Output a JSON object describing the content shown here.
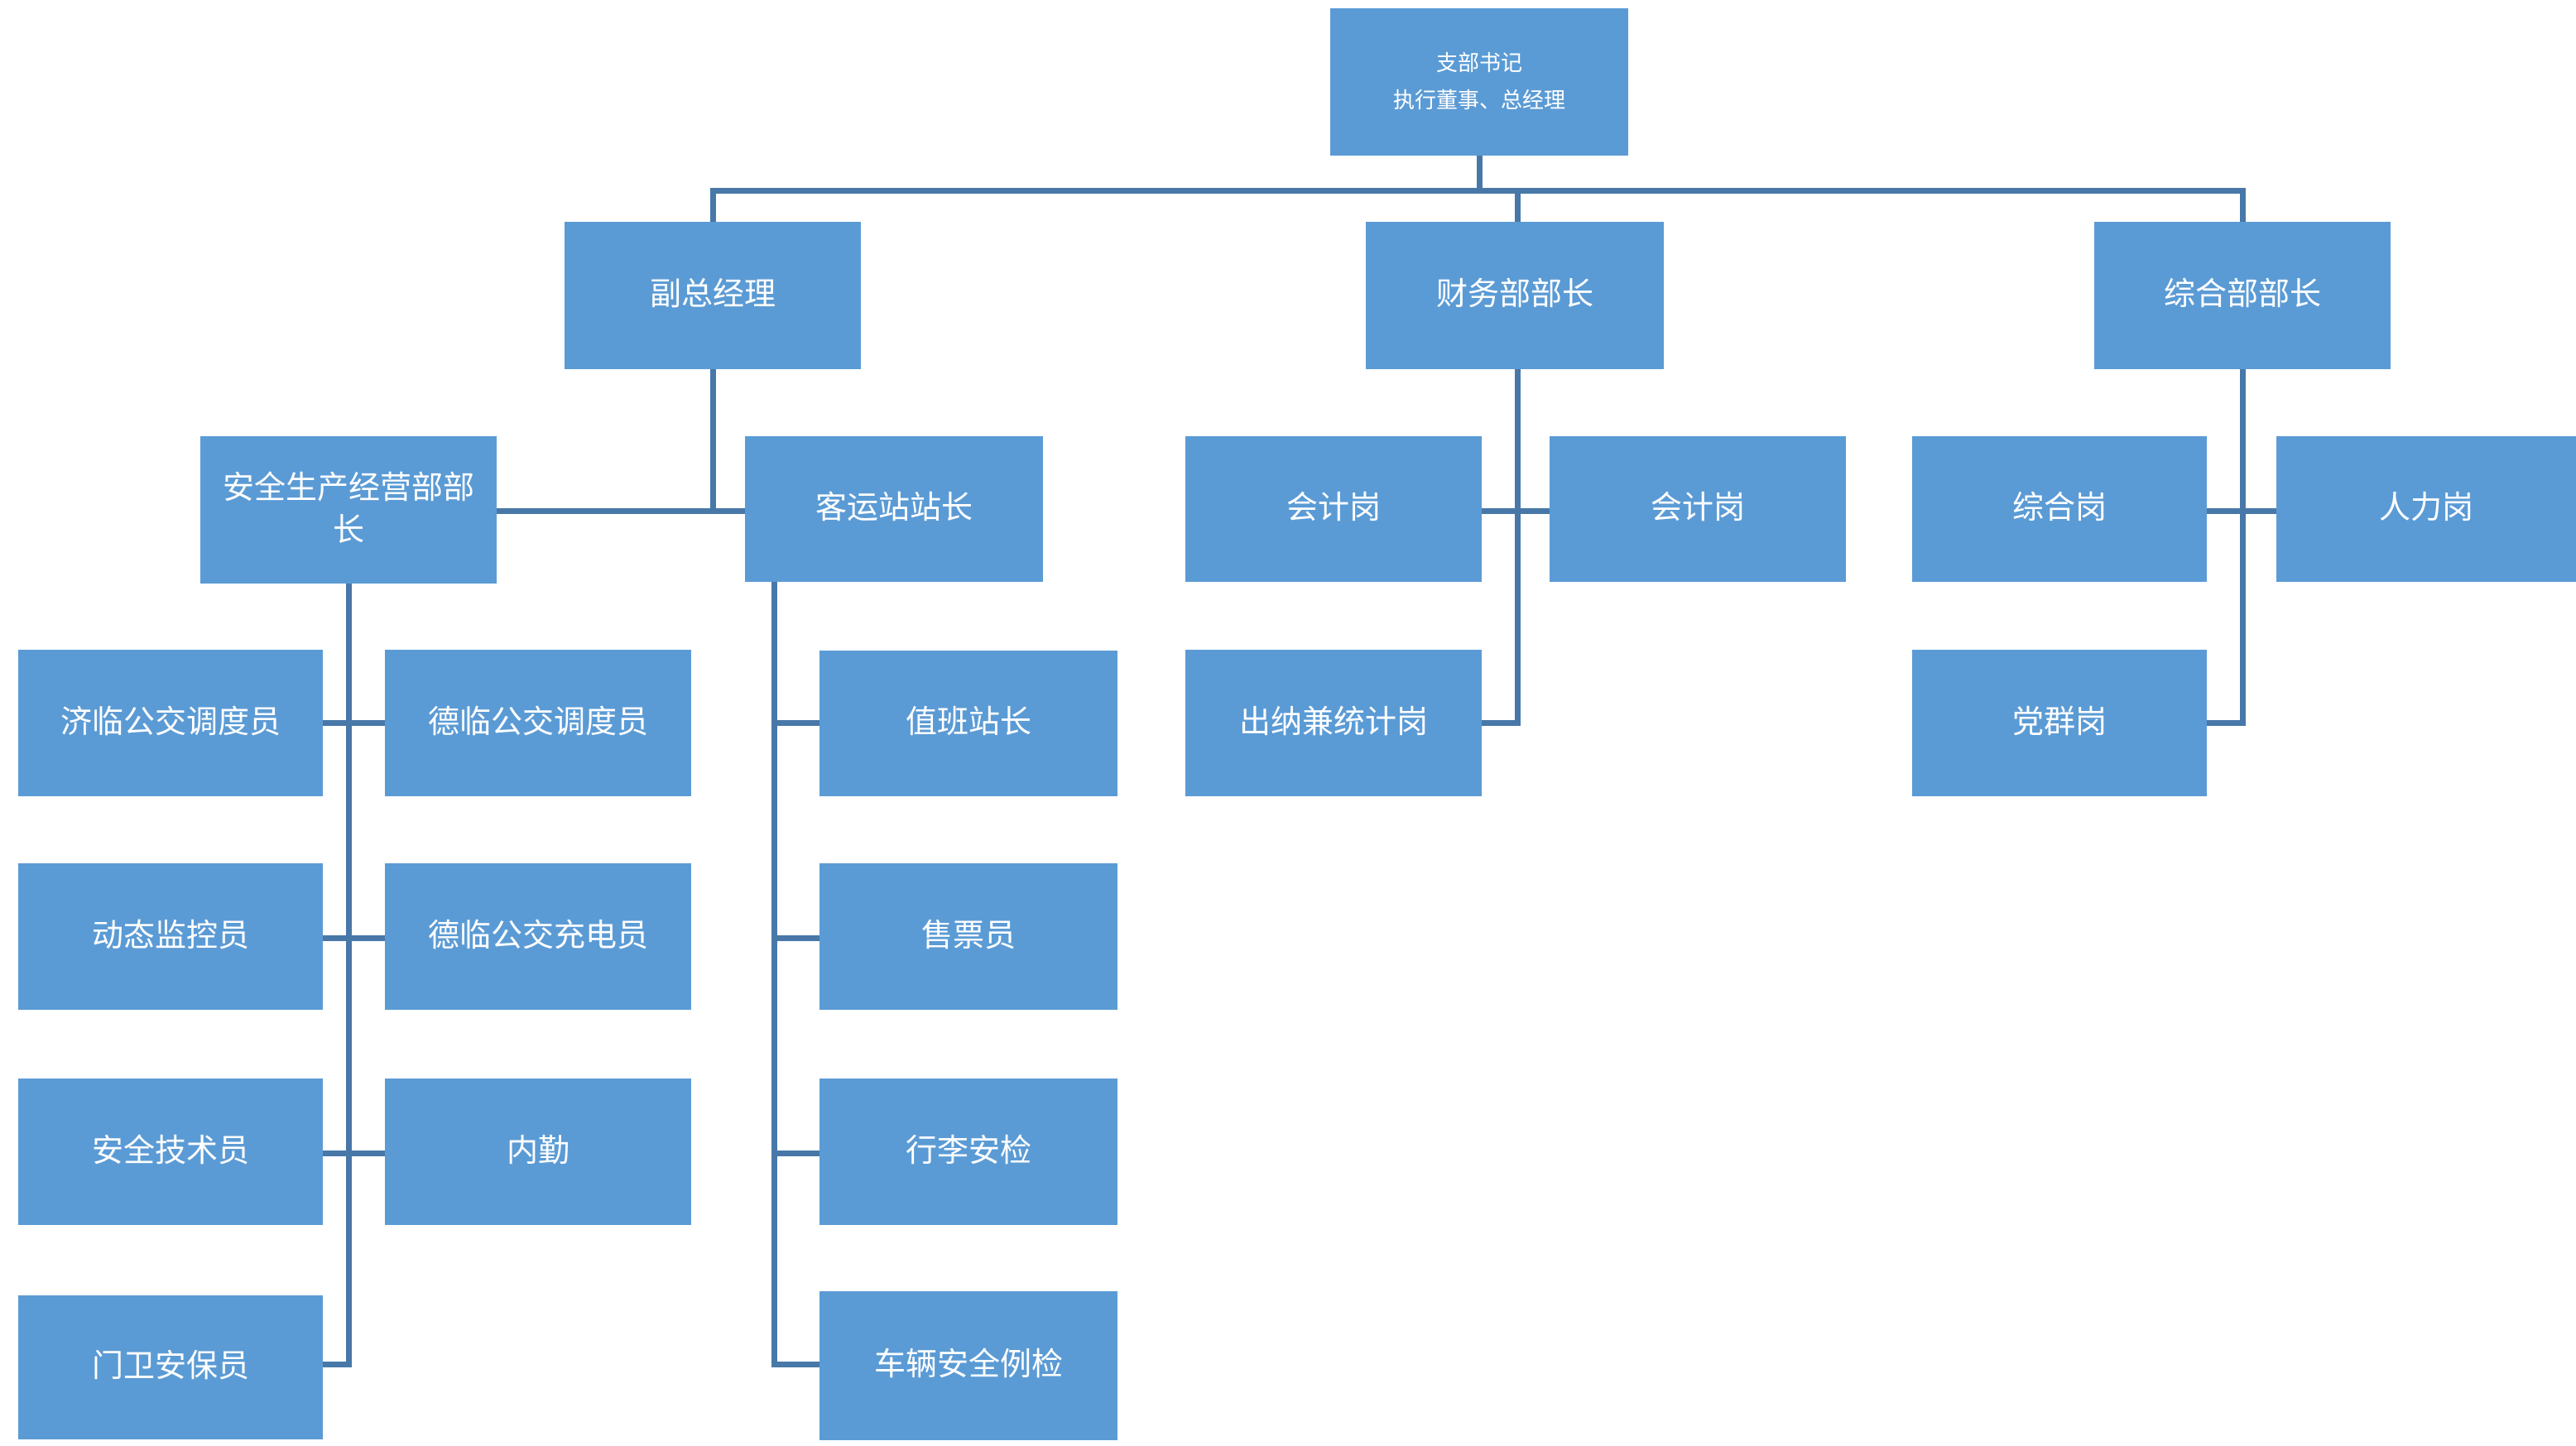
{
  "colors": {
    "box_fill": "#5b9bd5",
    "box_text": "#ffffff",
    "connector": "#4878a8",
    "background": "#ffffff"
  },
  "nodes": {
    "root": {
      "line1": "支部书记",
      "line2": "执行董事、总经理"
    },
    "deputy_gm": {
      "label": "副总经理"
    },
    "finance_head": {
      "label": "财务部部长"
    },
    "general_head": {
      "label": "综合部部长"
    },
    "safety_ops_head": {
      "label": "安全生产经营部部长"
    },
    "station_chief": {
      "label": "客运站站长"
    },
    "accounting_1": {
      "label": "会计岗"
    },
    "accounting_2": {
      "label": "会计岗"
    },
    "general_post": {
      "label": "综合岗"
    },
    "hr_post": {
      "label": "人力岗"
    },
    "jilin_dispatcher": {
      "label": "济临公交调度员"
    },
    "delin_dispatcher": {
      "label": "德临公交调度员"
    },
    "duty_station_chief": {
      "label": "值班站长"
    },
    "cashier_stats": {
      "label": "出纳兼统计岗"
    },
    "party_post": {
      "label": "党群岗"
    },
    "dynamic_monitor": {
      "label": "动态监控员"
    },
    "delin_charger": {
      "label": "德临公交充电员"
    },
    "ticket_seller": {
      "label": "售票员"
    },
    "safety_tech": {
      "label": "安全技术员"
    },
    "office_clerk": {
      "label": "内勤"
    },
    "baggage_security": {
      "label": "行李安检"
    },
    "gate_guard": {
      "label": "门卫安保员"
    },
    "vehicle_inspection": {
      "label": "车辆安全例检"
    }
  }
}
